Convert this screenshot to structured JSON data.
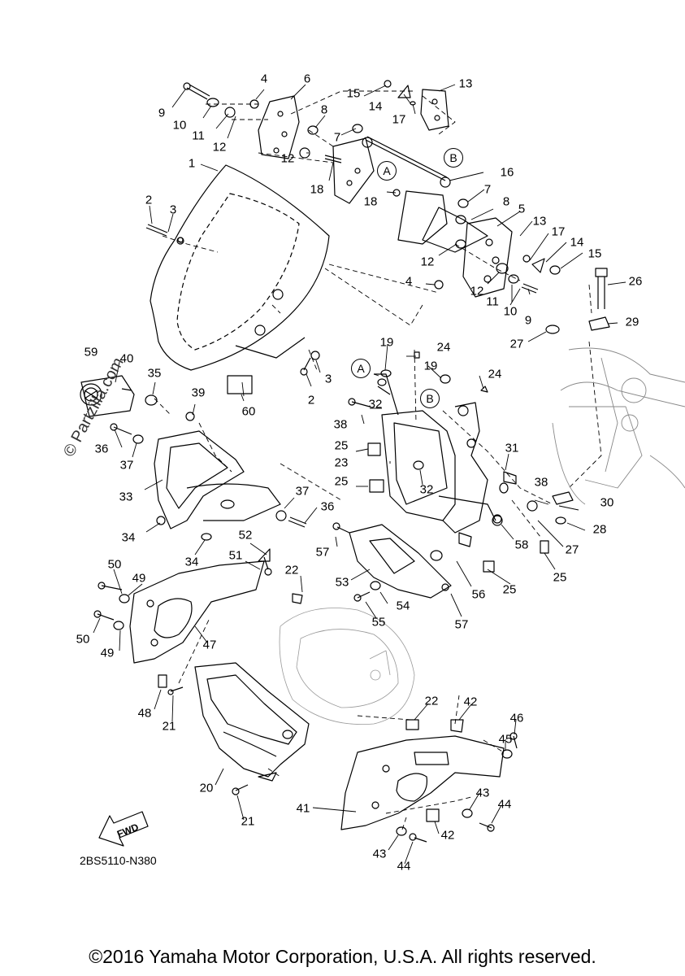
{
  "copyright": "©2016 Yamaha Motor Corporation, U.S.A. All rights reserved.",
  "diagram_code": "2BS5110-N380",
  "watermark": "© Partzilla.com",
  "fwd_label": "FWD",
  "ref_letters": [
    "A",
    "B"
  ],
  "callouts": {
    "n1": "1",
    "n2a": "2",
    "n2b": "2",
    "n3a": "3",
    "n3b": "3",
    "n4a": "4",
    "n4b": "4",
    "n5": "5",
    "n6": "6",
    "n7a": "7",
    "n7b": "7",
    "n8a": "8",
    "n8b": "8",
    "n9a": "9",
    "n9b": "9",
    "n10a": "10",
    "n10b": "10",
    "n11a": "11",
    "n11b": "11",
    "n12a": "12",
    "n12b": "12",
    "n12c": "12",
    "n12d": "12",
    "n13a": "13",
    "n13b": "13",
    "n14a": "14",
    "n14b": "14",
    "n15a": "15",
    "n15b": "15",
    "n16": "16",
    "n17a": "17",
    "n17b": "17",
    "n18a": "18",
    "n18b": "18",
    "n19a": "19",
    "n19b": "19",
    "n20": "20",
    "n21a": "21",
    "n21b": "21",
    "n22a": "22",
    "n22b": "22",
    "n23": "23",
    "n24a": "24",
    "n24b": "24",
    "n25a": "25",
    "n25b": "25",
    "n25c": "25",
    "n25d": "25",
    "n26": "26",
    "n27a": "27",
    "n27b": "27",
    "n28": "28",
    "n29": "29",
    "n30": "30",
    "n31": "31",
    "n32a": "32",
    "n32b": "32",
    "n33": "33",
    "n34a": "34",
    "n34b": "34",
    "n35": "35",
    "n36a": "36",
    "n36b": "36",
    "n37a": "37",
    "n37b": "37",
    "n38a": "38",
    "n38b": "38",
    "n39": "39",
    "n40": "40",
    "n41": "41",
    "n42a": "42",
    "n42b": "42",
    "n43a": "43",
    "n43b": "43",
    "n44a": "44",
    "n44b": "44",
    "n45": "45",
    "n46": "46",
    "n47": "47",
    "n48": "48",
    "n49a": "49",
    "n49b": "49",
    "n50a": "50",
    "n50b": "50",
    "n51": "51",
    "n52": "52",
    "n53": "53",
    "n54": "54",
    "n55": "55",
    "n56": "56",
    "n57a": "57",
    "n57b": "57",
    "n58": "58",
    "n59": "59",
    "n60": "60"
  }
}
